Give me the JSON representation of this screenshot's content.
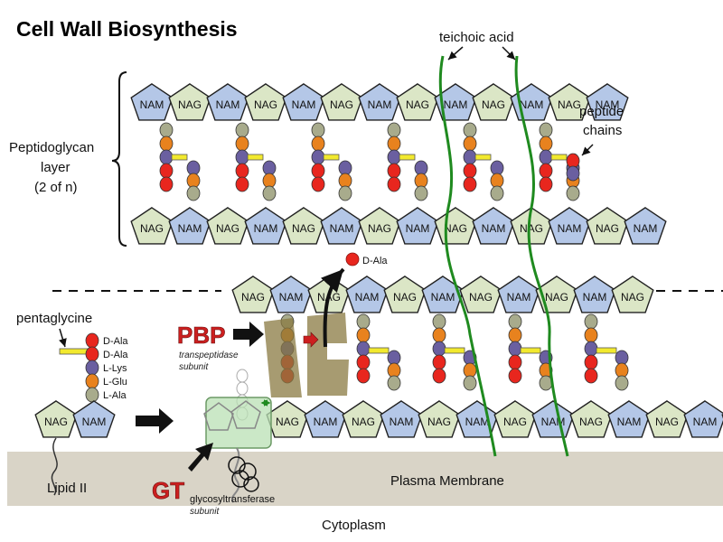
{
  "title": "Cell Wall Biosynthesis",
  "labels": {
    "teichoic_acid": "teichoic acid",
    "peptide_line1": "peptide",
    "peptide_line2": "chains",
    "pg_line1": "Peptidoglycan",
    "pg_line2": "layer",
    "pg_line3": "(2 of n)",
    "pentaglycine": "pentaglycine",
    "lipid_ii": "Lipid II",
    "plasma_membrane": "Plasma Membrane",
    "cytoplasm": "Cytoplasm",
    "d_ala_release": "D-Ala",
    "pbp": "PBP",
    "pbp_sub1": "transpeptidase",
    "pbp_sub2": "subunit",
    "gt": "GT",
    "gt_sub1": "glycosyltransferase",
    "gt_sub2": "subunit"
  },
  "sugars": {
    "nam": "NAM",
    "nag": "NAG",
    "truncated": "N"
  },
  "legend": [
    "D-Ala",
    "D-Ala",
    "L-Lys",
    "L-Glu",
    "L-Ala"
  ],
  "colors": {
    "nam": "#b4c7e7",
    "nag": "#dbe6c6",
    "d_ala": "#e8261e",
    "l_lys": "#6a5fa0",
    "l_glu": "#e8821e",
    "l_ala": "#a8ab8c",
    "glycine": "#f2e92e",
    "teichoic": "#1f8a1f",
    "membrane": "#d9d4c7",
    "pbp_fill": "#8a7a42",
    "gt_fill": "#b9e0b4",
    "accent_red": "#cc1f1f"
  }
}
